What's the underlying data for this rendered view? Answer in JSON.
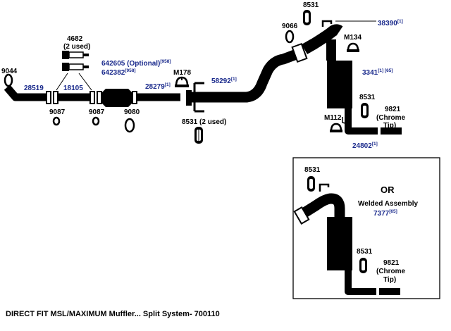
{
  "labels": {
    "p9044": "9044",
    "p28519": "28519",
    "p18105": "18105",
    "p4682": "4682",
    "p4682_note": "(2 used)",
    "p9087a": "9087",
    "p9087b": "9087",
    "p642605": "642605 (Optional)",
    "p642605_sup": "[958]",
    "p642382": "642382",
    "p642382_sup": "[958]",
    "p9080": "9080",
    "p28279": "28279",
    "p28279_sup": "[1]",
    "pM178": "M178",
    "p58292": "58292",
    "p58292_sup": "[1]",
    "p8531_2used": "8531 (2 used)",
    "p9066": "9066",
    "p8531_top": "8531",
    "p38390": "38390",
    "p38390_sup": "[1]",
    "pM134": "M134",
    "p3341": "3341",
    "p3341_sup": "[1] [65]",
    "p8531_right": "8531",
    "pM112": "M112",
    "p9821_a": "9821",
    "p9821_b": "(Chrome",
    "p9821_c": "Tip)",
    "p24802": "24802",
    "p24802_sup": "[1]"
  },
  "inset": {
    "p8531_top": "8531",
    "or": "OR",
    "welded": "Welded Assembly",
    "p7377": "7377",
    "p7377_sup": "[65]",
    "p8531_mid": "8531",
    "p9821_a": "9821",
    "p9821_b": "(Chrome",
    "p9821_c": "Tip)"
  },
  "caption": "DIRECT FIT MSL/MAXIMUM Muffler... Split System- 700110"
}
